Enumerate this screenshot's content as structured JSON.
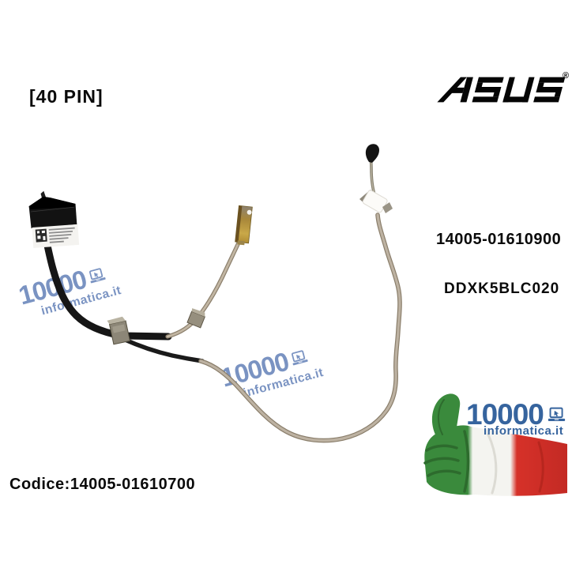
{
  "page": {
    "background": "#ffffff",
    "description": "E-commerce product photo of an ASUS laptop display cable on white background"
  },
  "overlay_text": {
    "pin_count": "[40 PIN]",
    "part_number": "14005-01610900",
    "model_code": "DDXK5BLC020",
    "product_code": "Codice:14005-01610700",
    "text_color": "#0a0a0a"
  },
  "brand_logo": {
    "name": "ASUS",
    "registered_mark": "®",
    "color": "#050505"
  },
  "watermark": {
    "number": "10000",
    "domain": "informatica.it",
    "color": "#5d7cb5",
    "icon": "laptop-icon",
    "instances": 2
  },
  "seller_logo": {
    "number": "10000",
    "domain_name": "informatica",
    "domain_tld": ".it",
    "icon": "laptop-icon",
    "text_color": "#36649e",
    "flag_green": "#3a8a3c",
    "flag_white": "#f4f4f0",
    "flag_red": "#d63129"
  },
  "photo": {
    "subject": "laptop LCD video cable with black display connector, gold FPC connector and long camera lead",
    "cable_black": "#161616",
    "cable_beige": "#b5a997",
    "connector_gold": "#c9a848",
    "connector_black": "#121212",
    "clip_grey": "#8c8677"
  }
}
